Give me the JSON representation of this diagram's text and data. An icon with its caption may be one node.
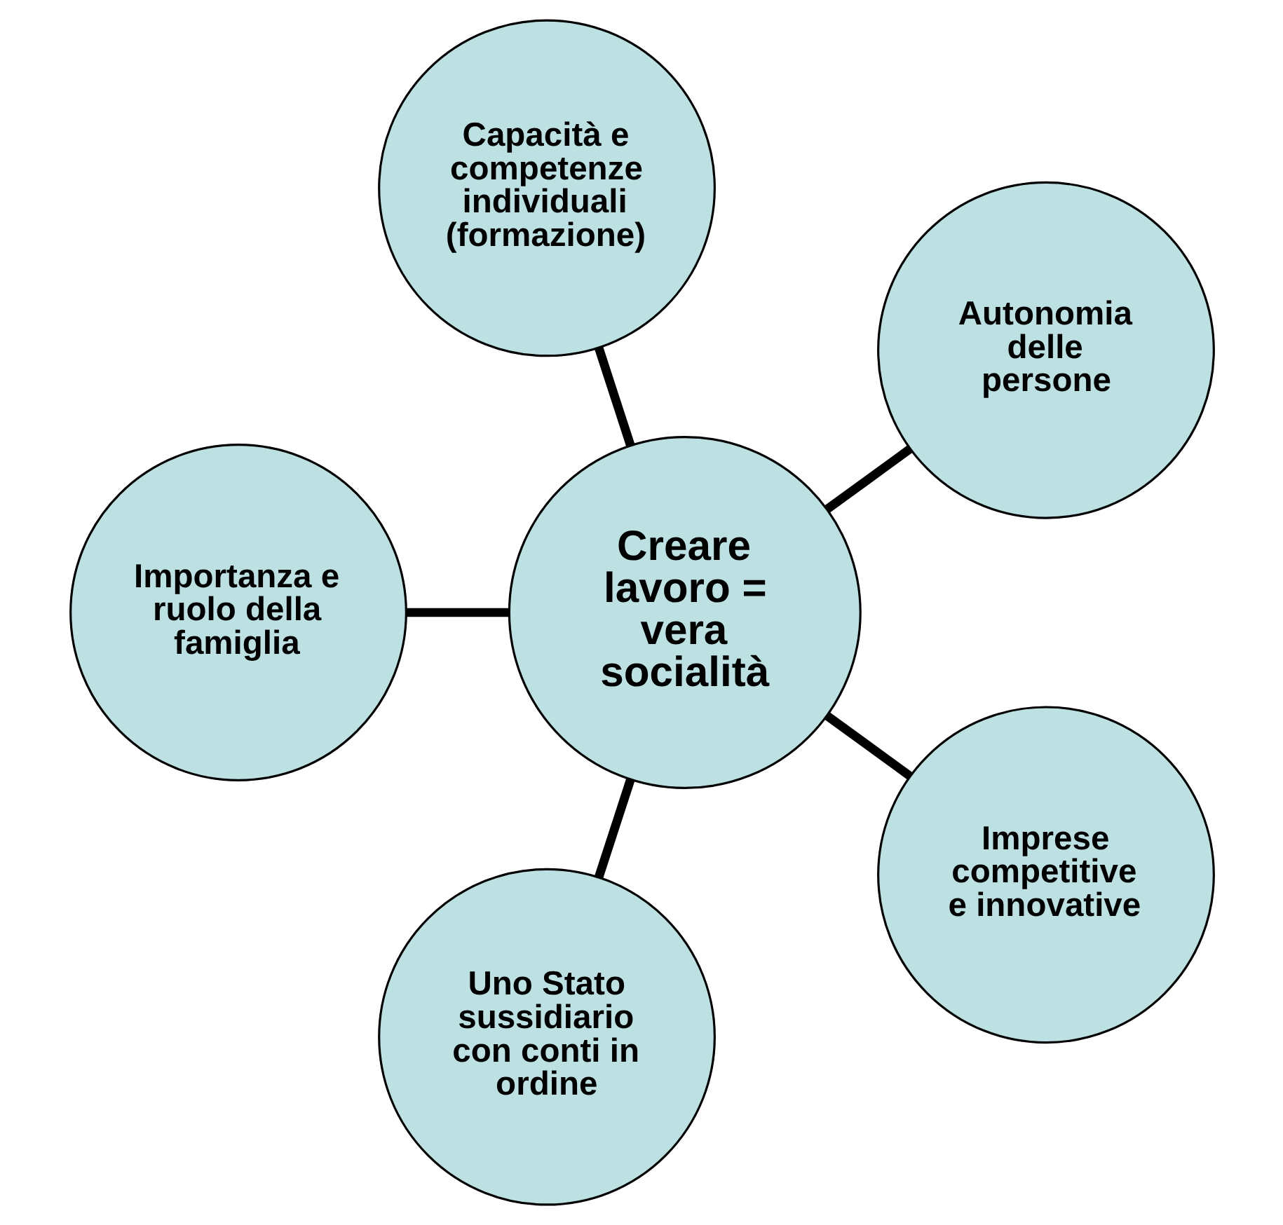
{
  "diagram": {
    "nodes": [
      {
        "text": [
          "Autonomia delle persone"
        ]
      },
      {
        "text": [
          "Capacità e competenze individuali (formazione)"
        ]
      },
      {
        "text": [
          "Importanza e ruolo della famiglia"
        ]
      },
      {
        "text": [
          "Creare lavoro = vera socialità"
        ]
      },
      {
        "text": [
          "Uno Stato sussidiario con conti in ordine"
        ]
      },
      {
        "text": [
          "Imprese competitive e innovative"
        ]
      }
    ],
    "edges": [
      {
        "from": 3,
        "to": 0,
        "arrow": "none"
      },
      {
        "from": 3,
        "to": 2,
        "arrow": "none"
      },
      {
        "from": 3,
        "to": 5,
        "arrow": "none"
      },
      {
        "from": 3,
        "to": 4,
        "arrow": "none"
      },
      {
        "from": 3,
        "to": 1,
        "arrow": "none"
      }
    ]
  }
}
